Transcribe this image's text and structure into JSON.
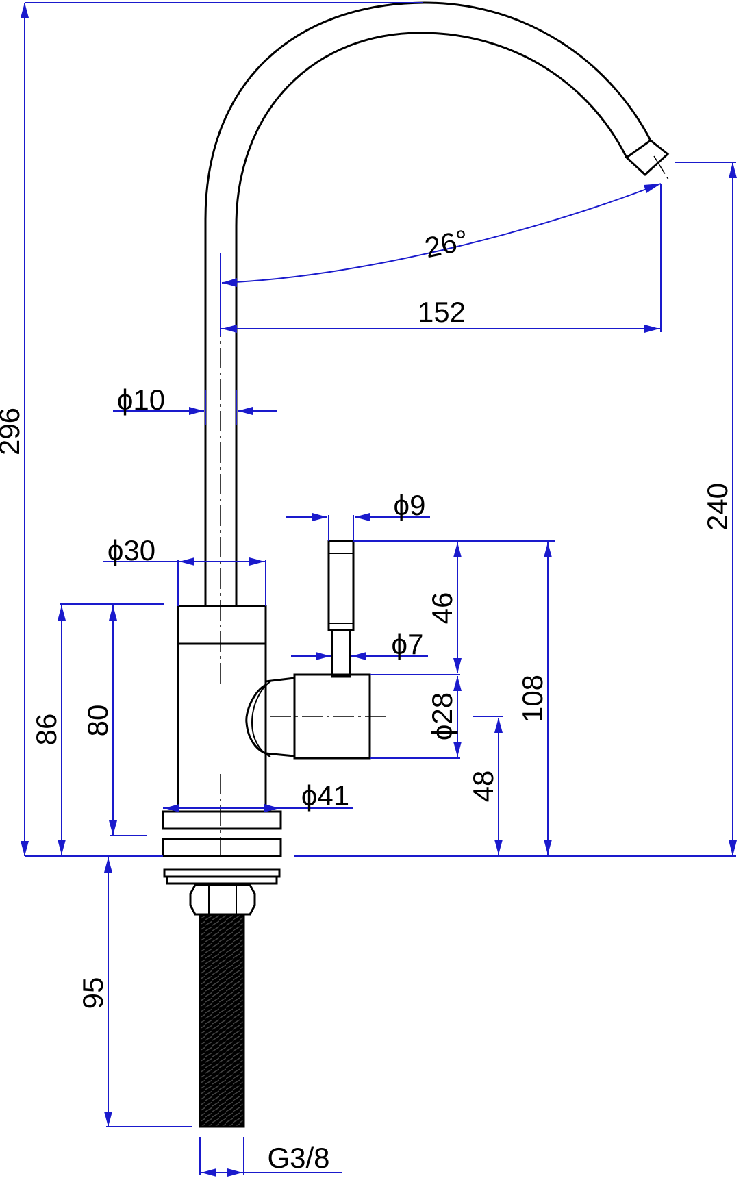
{
  "drawing": {
    "subject": "faucet-technical-drawing",
    "colors": {
      "outline": "#000000",
      "dimension": "#1a1acc",
      "background": "#ffffff"
    },
    "dimensions": {
      "overall_height": "296",
      "spout_height": "240",
      "spout_reach": "152",
      "spout_angle": "26°",
      "spout_tube_diameter": "ϕ10",
      "body_diameter": "ϕ30",
      "lever_tip_diameter": "ϕ9",
      "lever_stem_diameter": "ϕ7",
      "lever_length": "46",
      "handle_hub_diameter": "ϕ28",
      "lever_top_height": "108",
      "hub_center_height": "48",
      "body_height": "80",
      "body_total_height": "86",
      "base_diameter": "ϕ41",
      "shank_length": "95",
      "thread_size": "G3/8"
    }
  }
}
